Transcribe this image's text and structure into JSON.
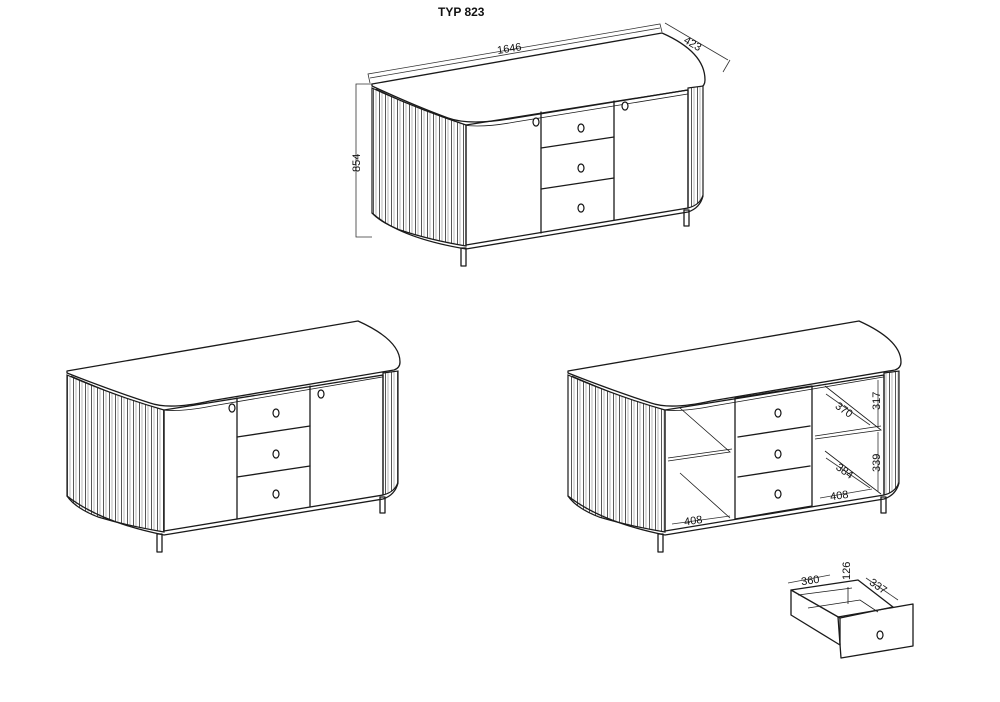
{
  "title": "TYP 823",
  "views": {
    "top_closed": {
      "dimensions": {
        "width": "1646",
        "depth": "423",
        "height": "854"
      }
    },
    "left_closed": {},
    "right_open": {
      "dimensions": {
        "left_shelf_width": "408",
        "right_shelf_width": "408",
        "upper_depth": "370",
        "lower_depth": "384",
        "upper_height": "317",
        "lower_height": "339"
      }
    },
    "drawer": {
      "dimensions": {
        "width": "360",
        "height": "126",
        "depth": "337"
      }
    }
  }
}
